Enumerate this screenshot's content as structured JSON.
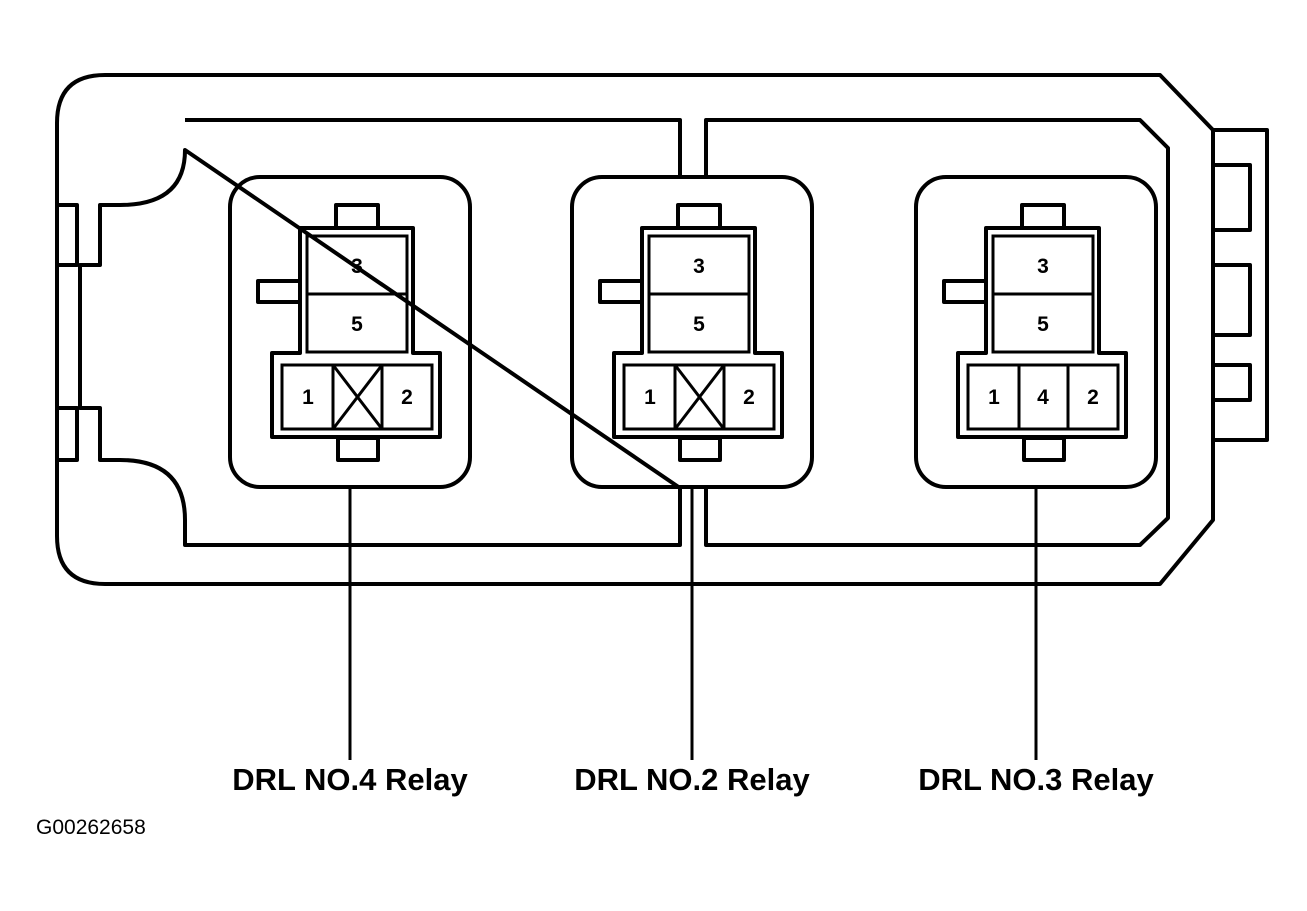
{
  "relays": [
    {
      "label": "DRL NO.4 Relay",
      "pins": {
        "top": "3",
        "middle": "5",
        "left": "1",
        "center": "",
        "right": "2"
      },
      "center_blocked": true
    },
    {
      "label": "DRL NO.2 Relay",
      "pins": {
        "top": "3",
        "middle": "5",
        "left": "1",
        "center": "",
        "right": "2"
      },
      "center_blocked": true
    },
    {
      "label": "DRL NO.3 Relay",
      "pins": {
        "top": "3",
        "middle": "5",
        "left": "1",
        "center": "4",
        "right": "2"
      },
      "center_blocked": false
    }
  ],
  "figure_id": "G00262658"
}
